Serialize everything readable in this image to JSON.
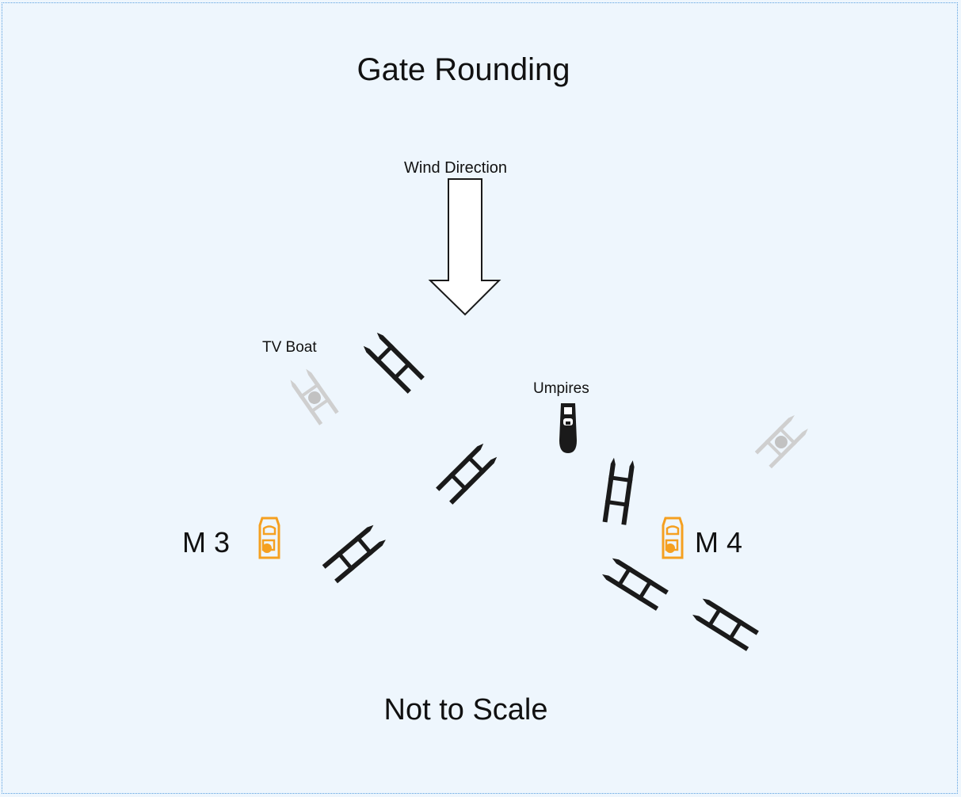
{
  "title": "Gate Rounding",
  "wind_label": "Wind Direction",
  "tv_boat_label": "TV Boat",
  "umpires_label": "Umpires",
  "mark_left_label": "M 3",
  "mark_right_label": "M 4",
  "footer_note": "Not to Scale",
  "colors": {
    "background": "#eef6fd",
    "border": "#5aa0e0",
    "catamaran": "#1a1a1a",
    "tv_boat": "#c8c8c8",
    "mark": "#f5a020"
  },
  "icons": {
    "wind": "wind-direction-arrow-icon",
    "catamaran": "catamaran-icon",
    "tv_boat": "tv-boat-icon",
    "umpire_boat": "umpire-boat-icon",
    "mark": "mark-buoy-icon"
  }
}
